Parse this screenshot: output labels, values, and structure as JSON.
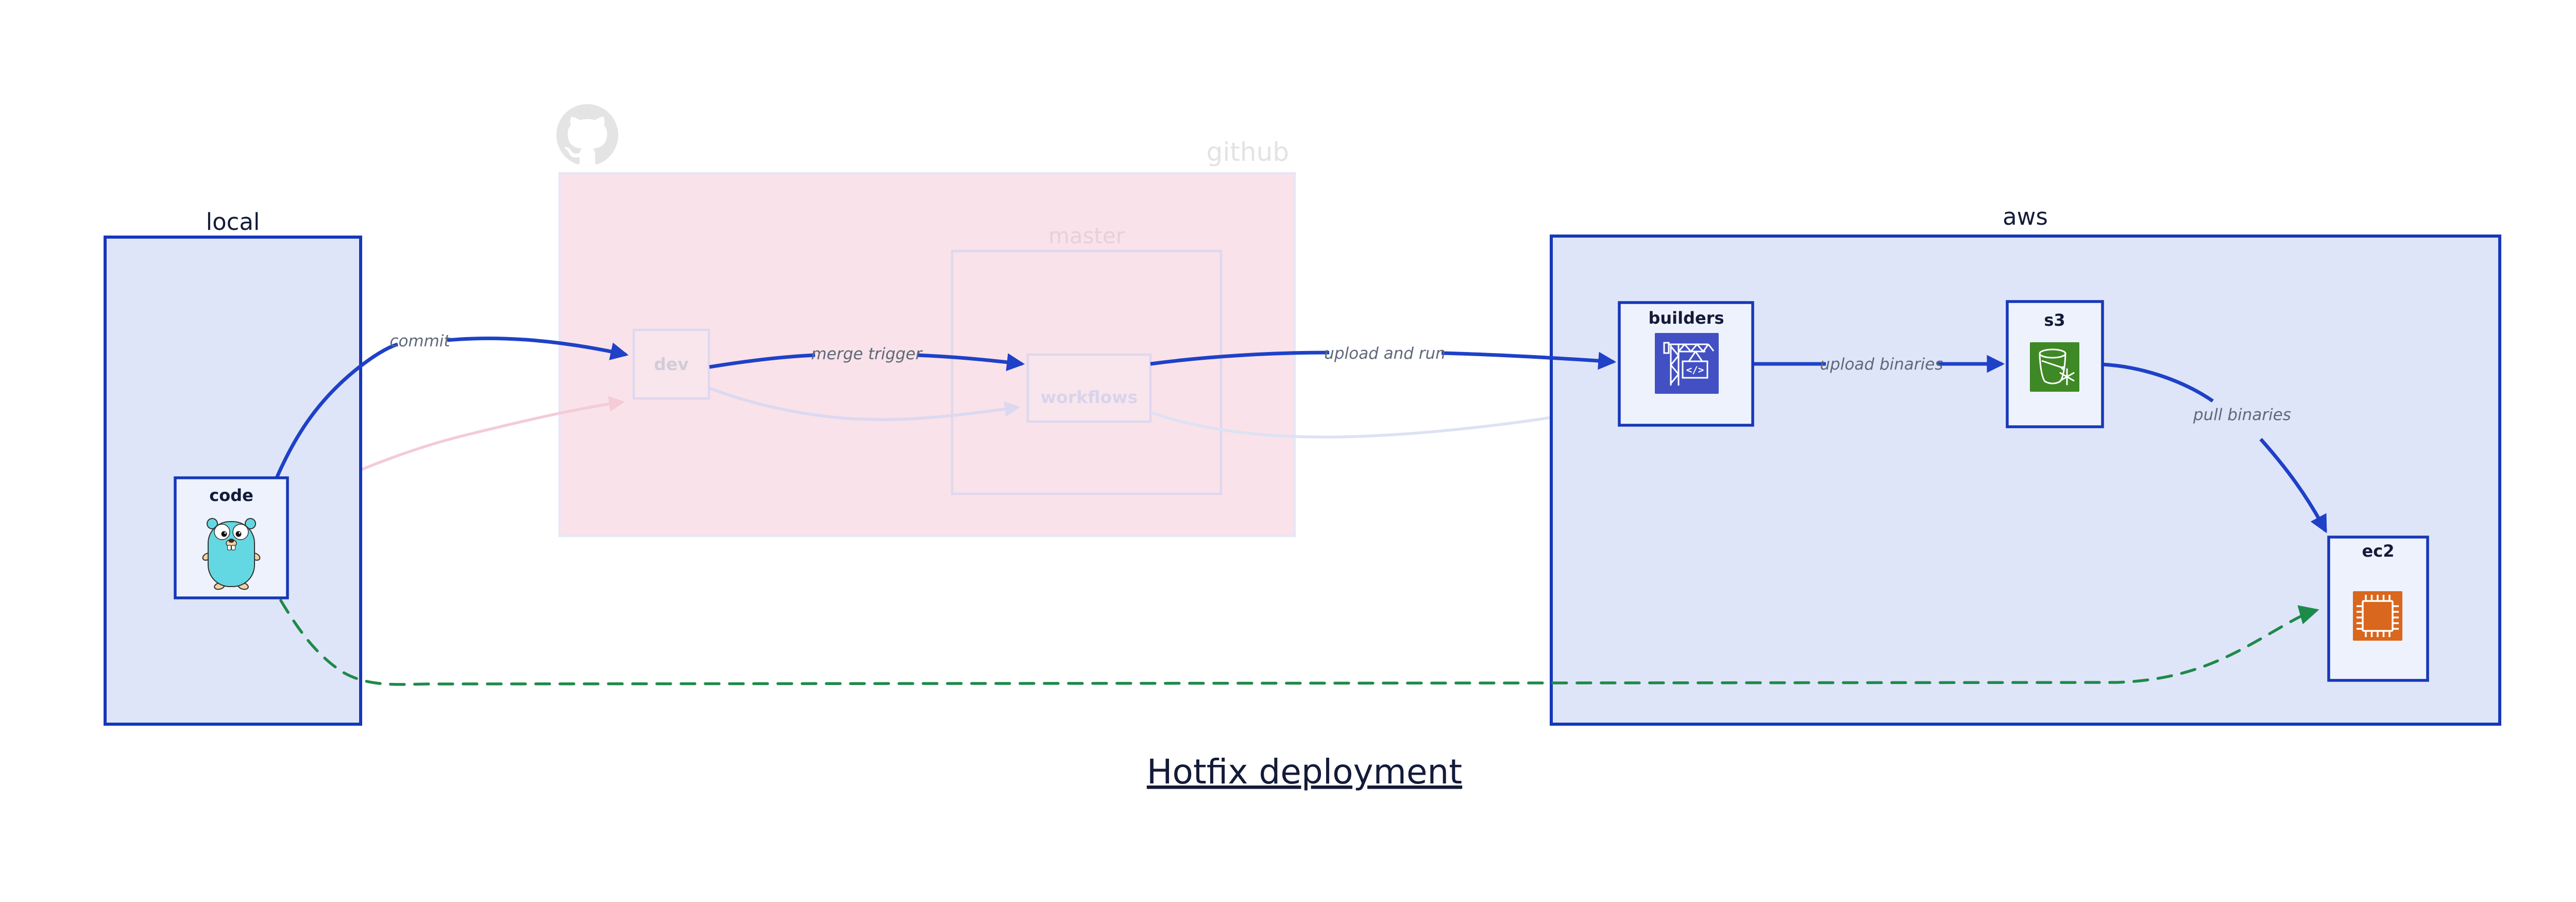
{
  "title": "Hotfix deployment",
  "regions": {
    "local": {
      "label": "local"
    },
    "github": {
      "label": "github",
      "master": {
        "label": "master"
      }
    },
    "aws": {
      "label": "aws"
    }
  },
  "nodes": {
    "code": {
      "label": "code",
      "icon": "go-gopher-icon"
    },
    "dev": {
      "label": "dev"
    },
    "workflows": {
      "label": "workflows"
    },
    "builders": {
      "label": "builders",
      "icon": "codebuild-crane-icon",
      "icon_glyph": "</>"
    },
    "s3": {
      "label": "s3",
      "icon": "s3-glacier-bucket-icon"
    },
    "ec2": {
      "label": "ec2",
      "icon": "ec2-chip-icon"
    }
  },
  "edges": {
    "commit": {
      "label": "commit"
    },
    "merge_trigger": {
      "label": "merge trigger"
    },
    "upload_and_run": {
      "label": "upload and run"
    },
    "upload_binaries": {
      "label": "upload binaries"
    },
    "pull_binaries": {
      "label": "pull binaries"
    }
  },
  "icons": {
    "github_logo": "github-octocat-logo-icon"
  },
  "colors": {
    "border_blue": "#1638b9",
    "arrow_blue": "#1e41c8",
    "green": "#1e8a4a",
    "navy": "#141b38",
    "gray_label": "#5f6879",
    "periwinkle": "#dfe5f8",
    "node_fill": "#eef2fc",
    "pink": "#f9e2e9",
    "pink_node": "#f9e6ec",
    "lavender_border": "#ded8ef",
    "github_border": "#e4e7f7",
    "watermark": "#e3e3e3",
    "master_text": "#e8d0da",
    "dev_text": "#d2ccd8",
    "workflows_text": "#d9d4eb",
    "edge_pink": "#f4cbd6",
    "edge_lavender": "#dcd8f1",
    "edge_lavblue": "#dde2f3",
    "codebuild_bg": "#4250c4",
    "s3_bg": "#3f8826",
    "ec2_bg": "#d9671d",
    "gopher_teal": "#64d8e2",
    "gopher_tan": "#f2d1a4"
  }
}
